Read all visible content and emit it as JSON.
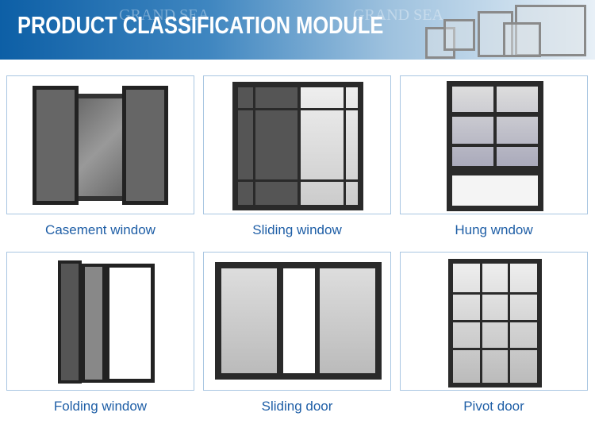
{
  "header": {
    "title": "PRODUCT CLASSIFICATION MODULE",
    "watermark": "GRAND SEA"
  },
  "products": [
    {
      "label": "Casement window"
    },
    {
      "label": "Sliding window"
    },
    {
      "label": "Hung wndow"
    },
    {
      "label": "Folding window"
    },
    {
      "label": "Sliding door"
    },
    {
      "label": "Pivot door"
    }
  ],
  "colors": {
    "banner_start": "#0d5fa6",
    "label": "#1e5ea6",
    "card_border": "#a9c6e2"
  }
}
